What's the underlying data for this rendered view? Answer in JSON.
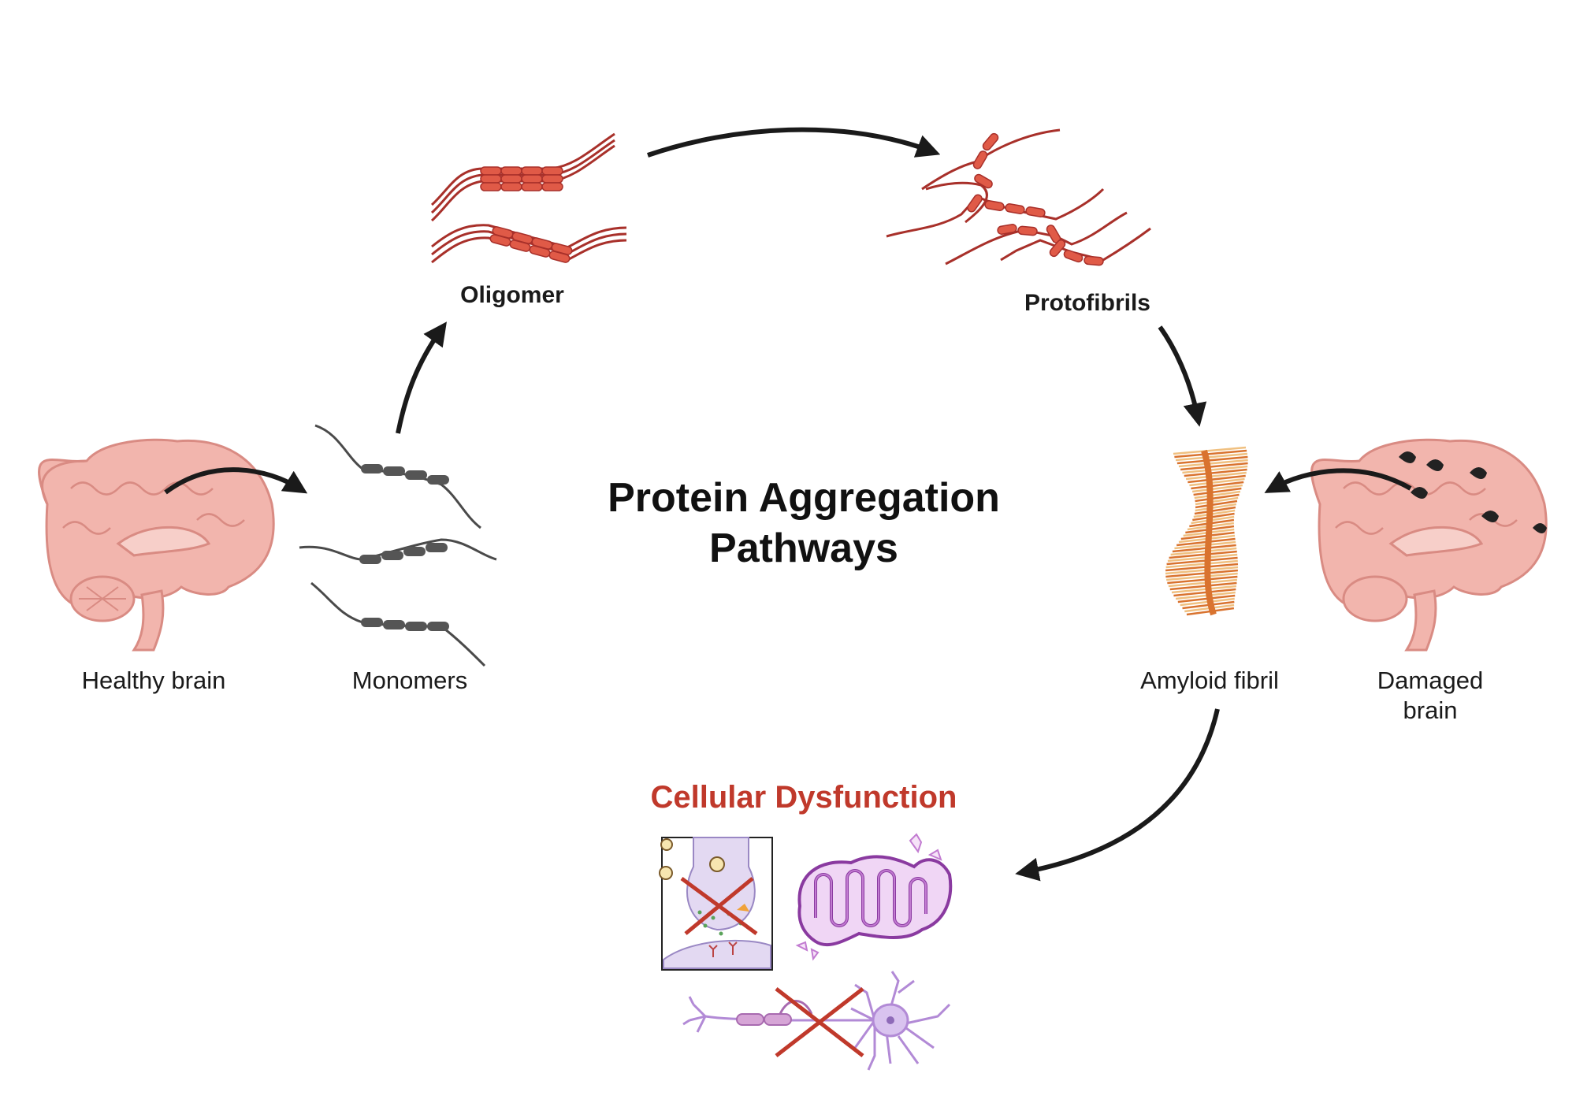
{
  "title": {
    "line1": "Protein Aggregation",
    "line2": "Pathways"
  },
  "stages": {
    "healthy_brain": "Healthy brain",
    "monomers": "Monomers",
    "oligomer": "Oligomer",
    "protofibrils": "Protofibrils",
    "amyloid_fibril": "Amyloid fibril",
    "damaged_brain_line1": "Damaged",
    "damaged_brain_line2": "brain"
  },
  "outcome": {
    "label": "Cellular Dysfunction"
  },
  "colors": {
    "brain": "#f2b5ad",
    "brain_dark": "#d98b83",
    "monomer": "#4a4a4a",
    "aggregate": "#e05a47",
    "aggregate_line": "#a8302a",
    "fibril": "#d9732f",
    "fibril_light": "#f0c080",
    "lesion": "#222222",
    "dysfunction_text": "#c0392b",
    "cross": "#c0392b",
    "mito": "#c27bd1",
    "neuron": "#b28ad6",
    "arrow": "#1a1a1a"
  },
  "icons": [
    "healthy-brain-icon",
    "damaged-brain-icon",
    "monomer-chain-icon",
    "oligomer-icon",
    "protofibril-icon",
    "amyloid-fibril-icon",
    "synapse-icon",
    "mitochondrion-icon",
    "neuron-icon",
    "cross-icon",
    "arrow-icon"
  ]
}
